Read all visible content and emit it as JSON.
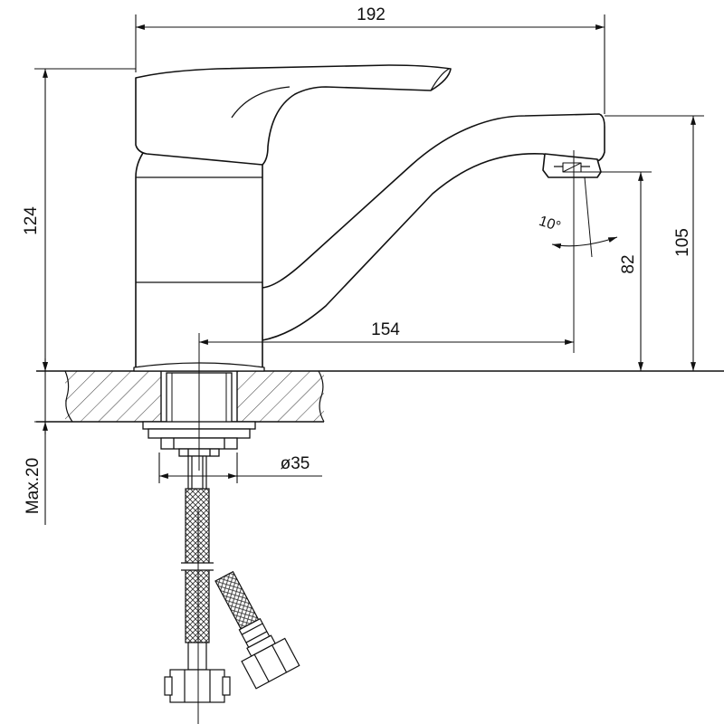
{
  "dimensions": {
    "overall_width": "192",
    "overall_height": "124",
    "spout_reach": "154",
    "spout_height": "105",
    "outlet_height": "82",
    "outlet_angle": "10°",
    "hole_diameter": "ø35",
    "max_thickness": "Max.20"
  },
  "colors": {
    "line": "#111111",
    "hatch": "#444444",
    "background": "#ffffff"
  }
}
